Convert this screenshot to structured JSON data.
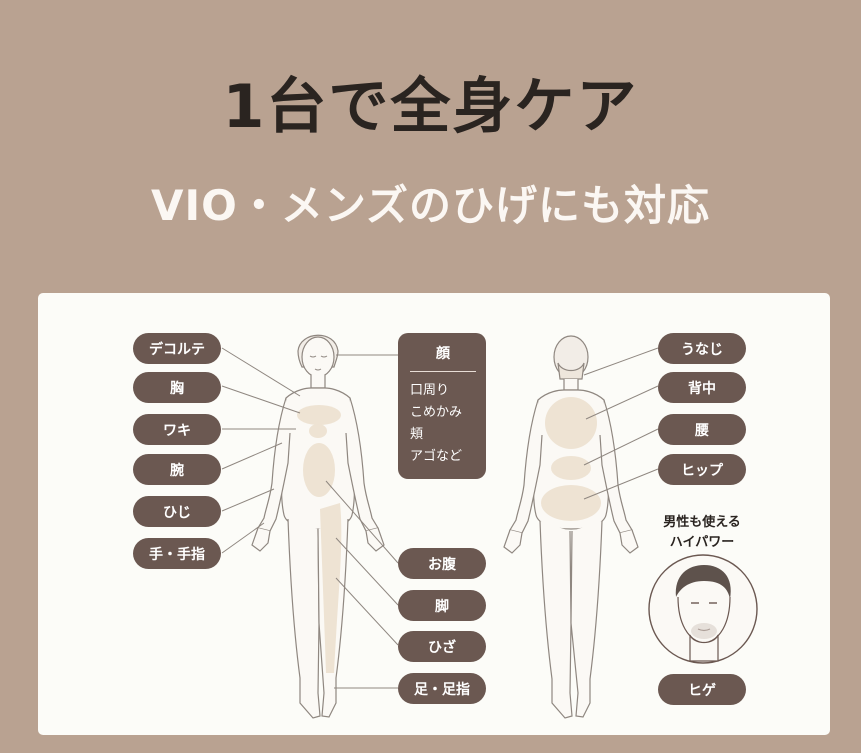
{
  "heading": "1台で全身ケア",
  "subheading": "VIO・メンズのひげにも対応",
  "front_left_labels": [
    "デコルテ",
    "胸",
    "ワキ",
    "腕",
    "ひじ",
    "手・手指"
  ],
  "face_box": {
    "title": "顔",
    "items": [
      "口周り",
      "こめかみ",
      "頬",
      "アゴなど"
    ]
  },
  "front_right_labels": [
    "お腹",
    "脚",
    "ひざ",
    "足・足指"
  ],
  "back_labels": [
    "うなじ",
    "背中",
    "腰",
    "ヒップ"
  ],
  "men": {
    "line1": "男性も使える",
    "line2": "ハイパワー",
    "beard_label": "ヒゲ"
  },
  "colors": {
    "background": "#b9a291",
    "card": "#fcfcf8",
    "pill": "#6b5851",
    "highlight": "#eee3d3"
  }
}
